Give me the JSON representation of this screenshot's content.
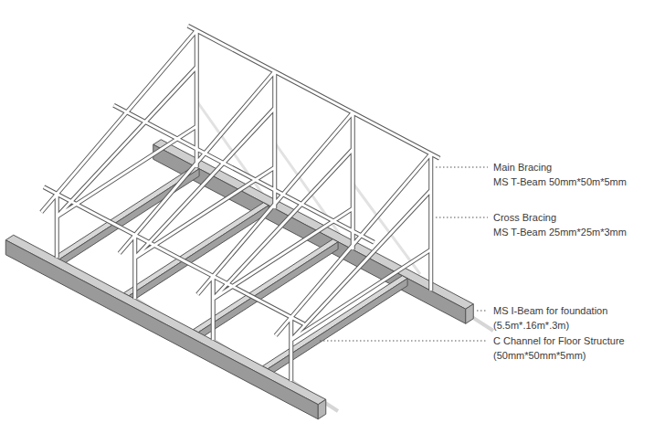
{
  "diagram": {
    "labels": [
      "Main Bracing",
      "MS T-Beam 50mm*50m*5mm",
      "Cross Bracing",
      "MS T-Beam 25mm*25m*3mm",
      "MS I-Beam for foundation",
      "(5.5m*.16m*.3m)",
      "C Channel for Floor Structure",
      "(50mm*50mm*5mm)"
    ]
  }
}
